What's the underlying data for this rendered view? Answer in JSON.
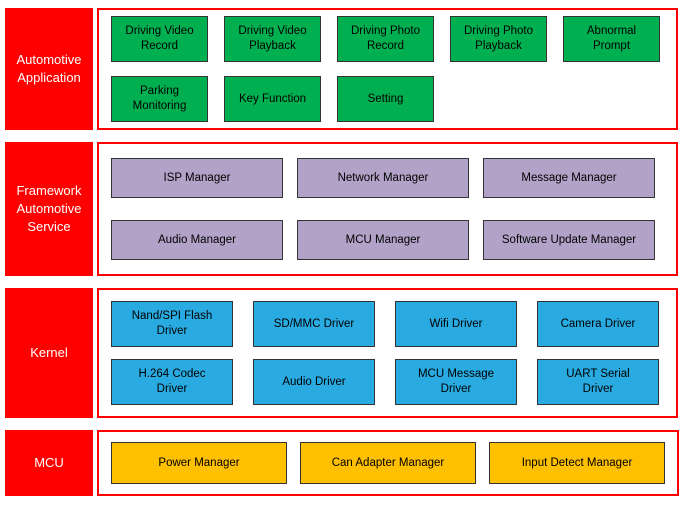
{
  "colors": {
    "red": "#fe0000",
    "label_text": "#ffffff",
    "box_border": "#333333",
    "app_box": "#00b050",
    "framework_box": "#b2a2c7",
    "kernel_box": "#29abe2",
    "mcu_box": "#ffc000"
  },
  "layers": [
    {
      "label": "Automotive Application",
      "rows": [
        [
          "Driving Video Record",
          "Driving Video Playback",
          "Driving Photo Record",
          "Driving Photo Playback",
          "Abnormal Prompt"
        ],
        [
          "Parking Monitoring",
          "Key Function",
          "Setting"
        ]
      ]
    },
    {
      "label": "Framework Automotive Service",
      "rows": [
        [
          "ISP Manager",
          "Network Manager",
          "Message Manager"
        ],
        [
          "Audio Manager",
          "MCU Manager",
          "Software Update Manager"
        ]
      ]
    },
    {
      "label": "Kernel",
      "rows": [
        [
          "Nand/SPI Flash Driver",
          "SD/MMC Driver",
          "Wifi Driver",
          "Camera Driver"
        ],
        [
          "H.264 Codec Driver",
          "Audio Driver",
          "MCU Message Driver",
          "UART Serial Driver"
        ]
      ]
    },
    {
      "label": "MCU",
      "rows": [
        [
          "Power Manager",
          "Can Adapter Manager",
          "Input Detect Manager"
        ]
      ]
    }
  ]
}
